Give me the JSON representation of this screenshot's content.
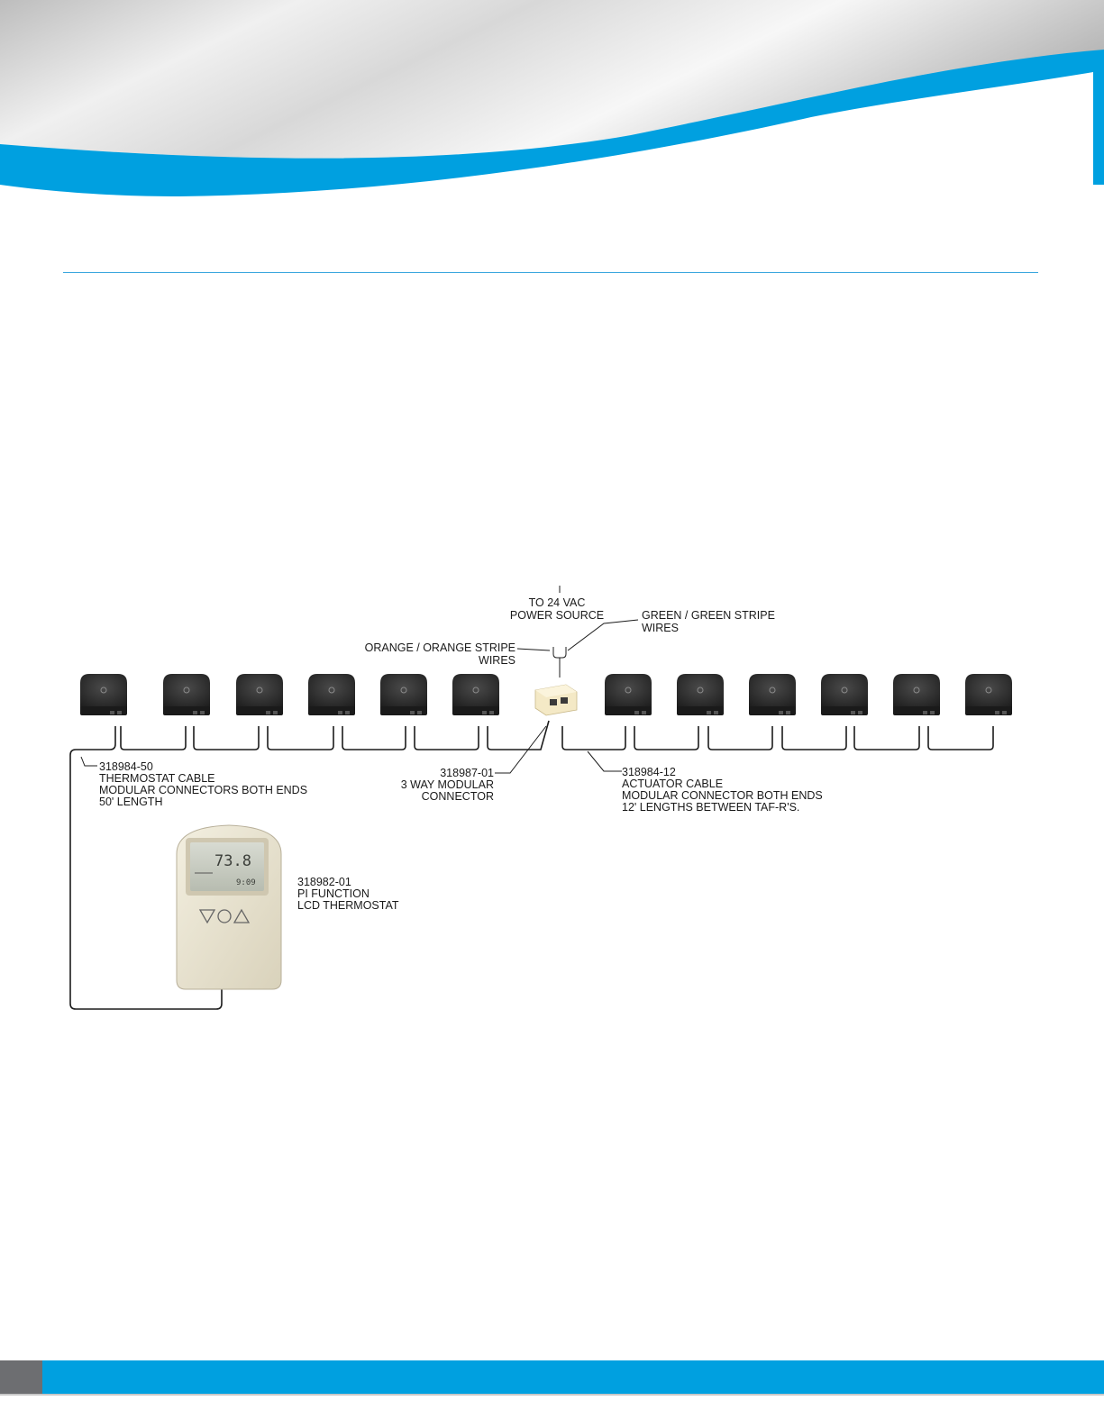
{
  "colors": {
    "accent_blue": "#00a0e0",
    "footer_gray": "#6d6e71",
    "rule_blue": "#3aa7de",
    "actuator_body": "#2b2b2b",
    "thermostat_body": "#e9e3cf",
    "connector_body": "#f4e9c6"
  },
  "diagram": {
    "power_source": {
      "line1": "TO 24 VAC",
      "line2": "POWER SOURCE"
    },
    "green_wires": {
      "line1": "GREEN / GREEN STRIPE",
      "line2": "WIRES"
    },
    "orange_wires": {
      "line1": "ORANGE / ORANGE STRIPE",
      "line2": "WIRES"
    },
    "thermostat_cable": {
      "part": "318984-50",
      "line1": "THERMOSTAT CABLE",
      "line2": "MODULAR CONNECTORS BOTH ENDS",
      "line3": "50' LENGTH"
    },
    "modular_connector": {
      "part": "318987-01",
      "line1": "3 WAY MODULAR",
      "line2": "CONNECTOR"
    },
    "actuator_cable": {
      "part": "318984-12",
      "line1": "ACTUATOR CABLE",
      "line2": "MODULAR CONNECTOR BOTH ENDS",
      "line3": "12' LENGTHS BETWEEN TAF-R'S."
    },
    "thermostat": {
      "part": "318982-01",
      "line1": "PI FUNCTION",
      "line2": "LCD THERMOSTAT",
      "display_main": "73.8",
      "display_sub": "9:09"
    },
    "actuator_icon": "actuator-device-icon",
    "connector_icon": "modular-connector-icon"
  }
}
